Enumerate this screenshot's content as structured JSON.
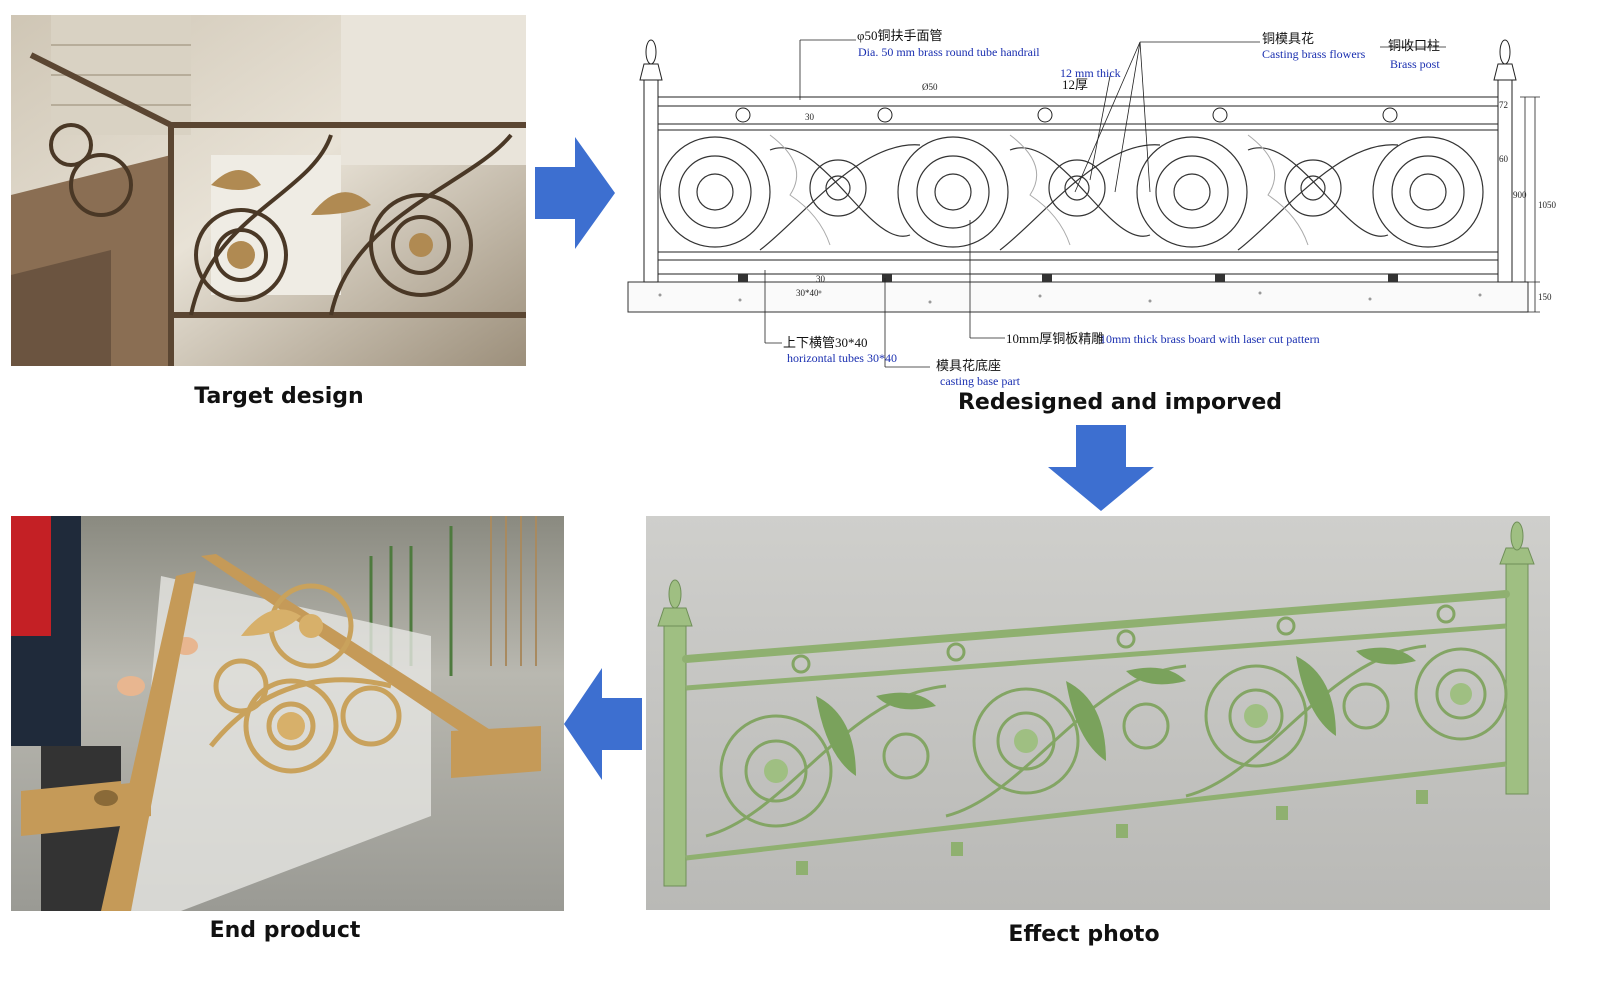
{
  "captions": {
    "target": "Target design",
    "redesigned": "Redesigned and imporved",
    "effect": "Effect photo",
    "end": "End product"
  },
  "drawing": {
    "handrail_cn": "φ50铜扶手面管",
    "handrail_en": "Dia. 50 mm brass round tube handrail",
    "flowers_cn": "铜模具花",
    "flowers_en": "Casting brass flowers",
    "post_cn": "铜收口柱",
    "post_en": "Brass post",
    "thick_en": "12 mm thick",
    "thick_cn": "12厚",
    "tubes_cn": "上下横管30*40",
    "tubes_en": "horizontal tubes 30*40",
    "board_cn": "10mm厚铜板精雕",
    "board_en": "10mm thick brass board with laser cut pattern",
    "base_cn": "模具花底座",
    "base_en": "casting base part",
    "dims": {
      "d50": "Ø50",
      "d30": "30",
      "d72": "72",
      "d60": "60",
      "d900": "900",
      "d1050": "1050",
      "d150": "150",
      "d3040": "30*40",
      "d30b": "30"
    }
  },
  "colors": {
    "arrow_blue": "#3d6fd0",
    "brass": "#b8925a",
    "bronze": "#5a4630",
    "green_render": "#a9c98a",
    "render_bg": "#c9c9c6",
    "drawing_blue": "#1a2fb0"
  }
}
